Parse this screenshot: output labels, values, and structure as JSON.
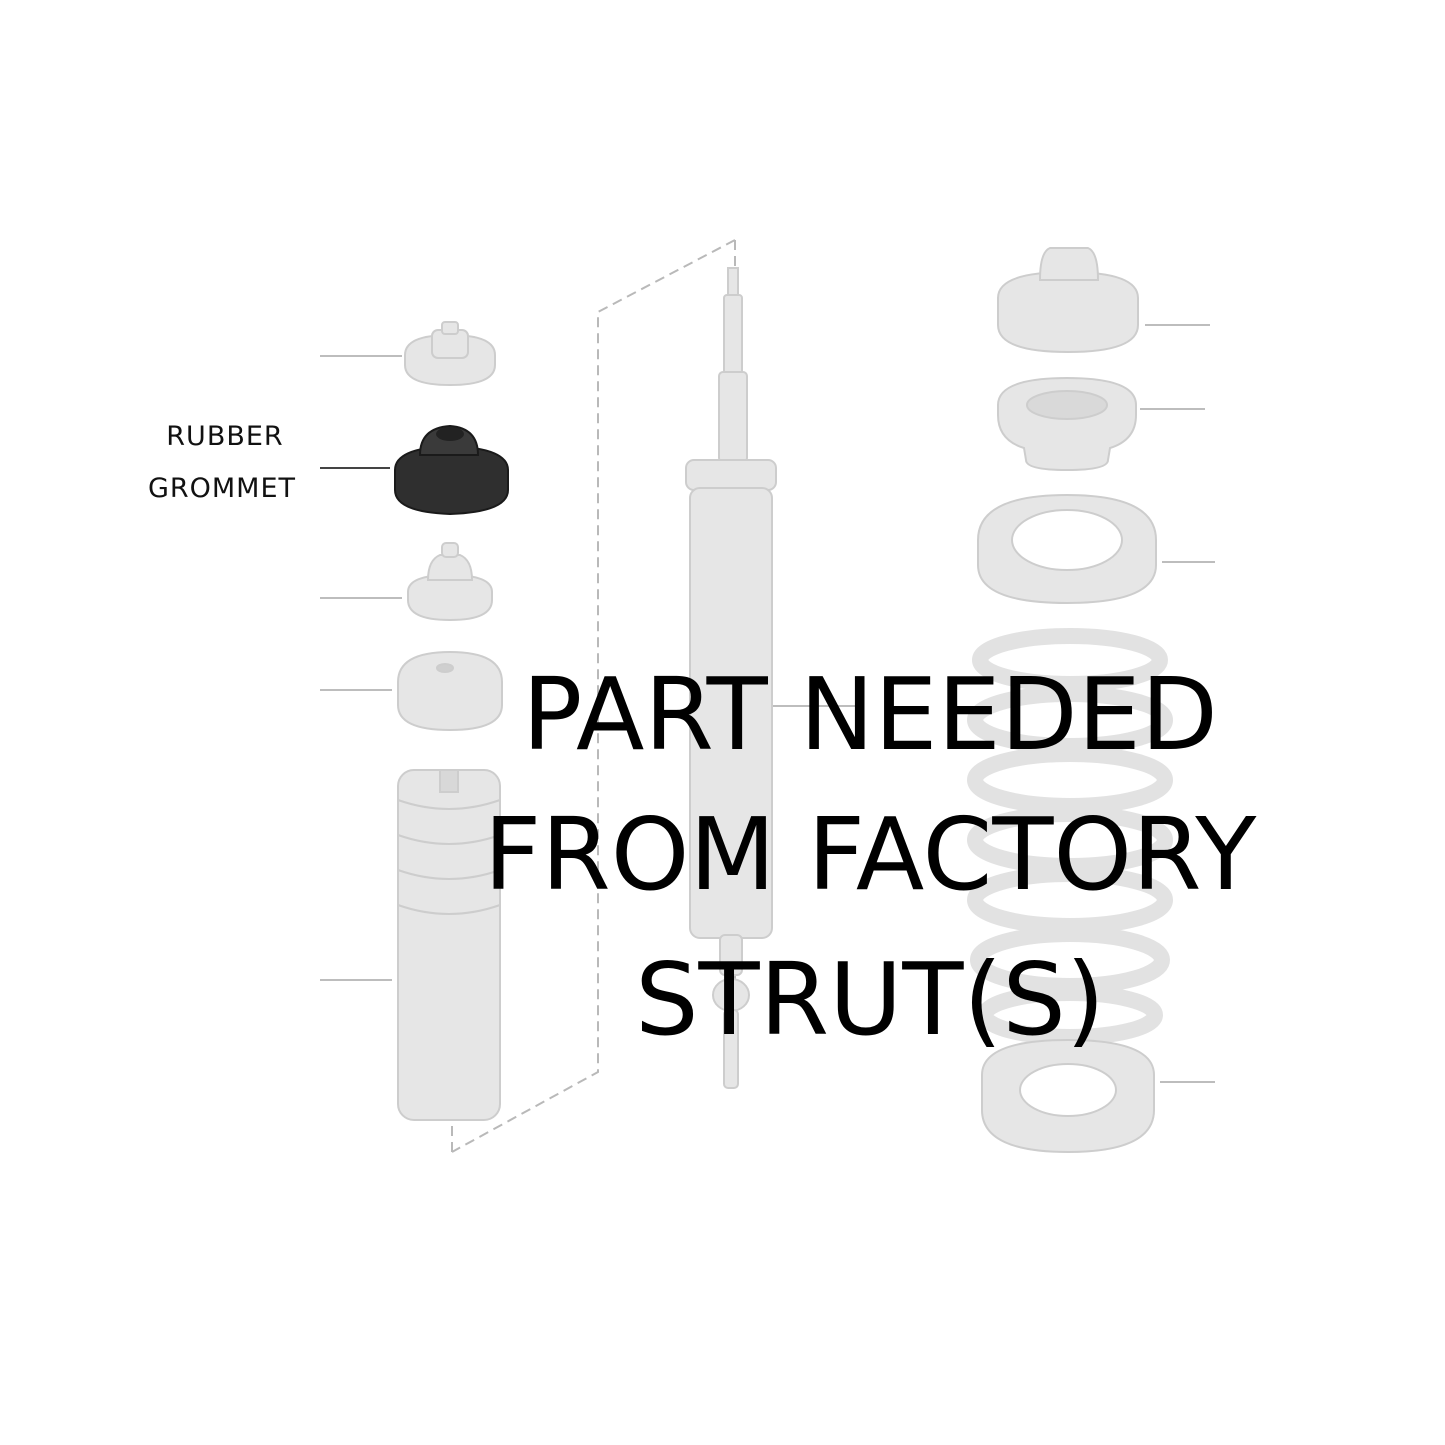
{
  "callout": {
    "line1": "RUBBER",
    "line2": "GROMMET"
  },
  "overlay": {
    "line1": "PART NEEDED",
    "line2": "FROM FACTORY",
    "line3": "STRUT(S)"
  },
  "colors": {
    "background": "#ffffff",
    "faded_part_fill": "#e4e4e4",
    "faded_part_stroke": "#cfcfcf",
    "highlighted_part": "#2b2b2b",
    "leader_lines": "#bdbdbd",
    "overlay_text": "#000000"
  }
}
